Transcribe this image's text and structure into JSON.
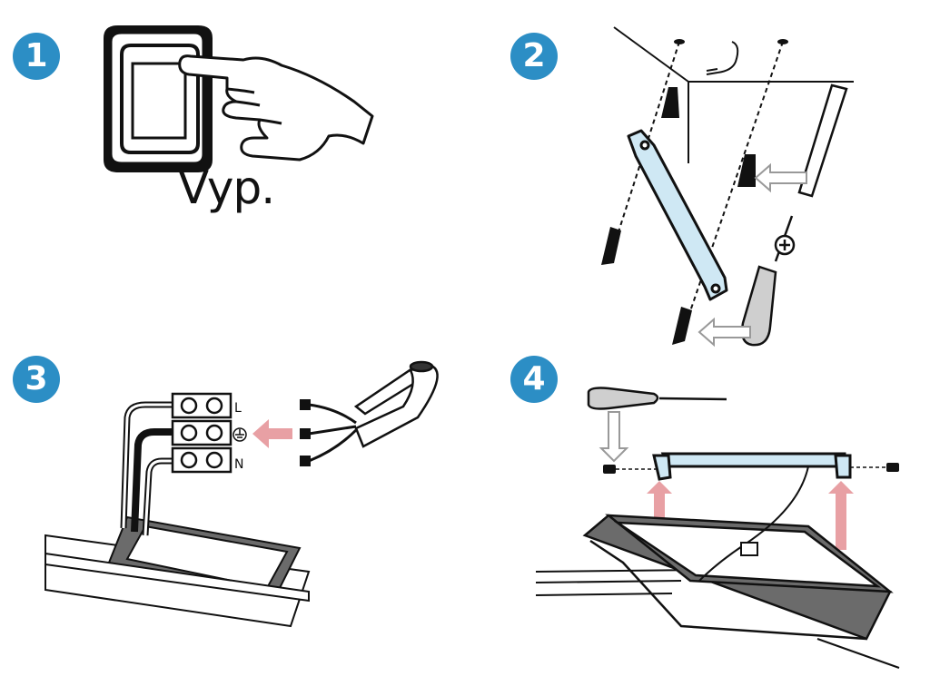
{
  "steps": [
    {
      "number": "1",
      "caption": "Vyp."
    },
    {
      "number": "2"
    },
    {
      "number": "3",
      "terminals": {
        "live": "L",
        "neutral": "N"
      }
    },
    {
      "number": "4"
    }
  ],
  "colors": {
    "badge": "#2c8ec5",
    "bracket": "#cfe8f4",
    "arrow_red": "#e8a0a4",
    "outline": "#1a1a1a",
    "panel_frame": "#6b6b6b"
  },
  "icons": [
    "switch-icon",
    "hand-icon",
    "ground-symbol-icon",
    "screwdriver-icon",
    "drill-bit-icon",
    "wall-plug-icon",
    "screw-icon"
  ]
}
